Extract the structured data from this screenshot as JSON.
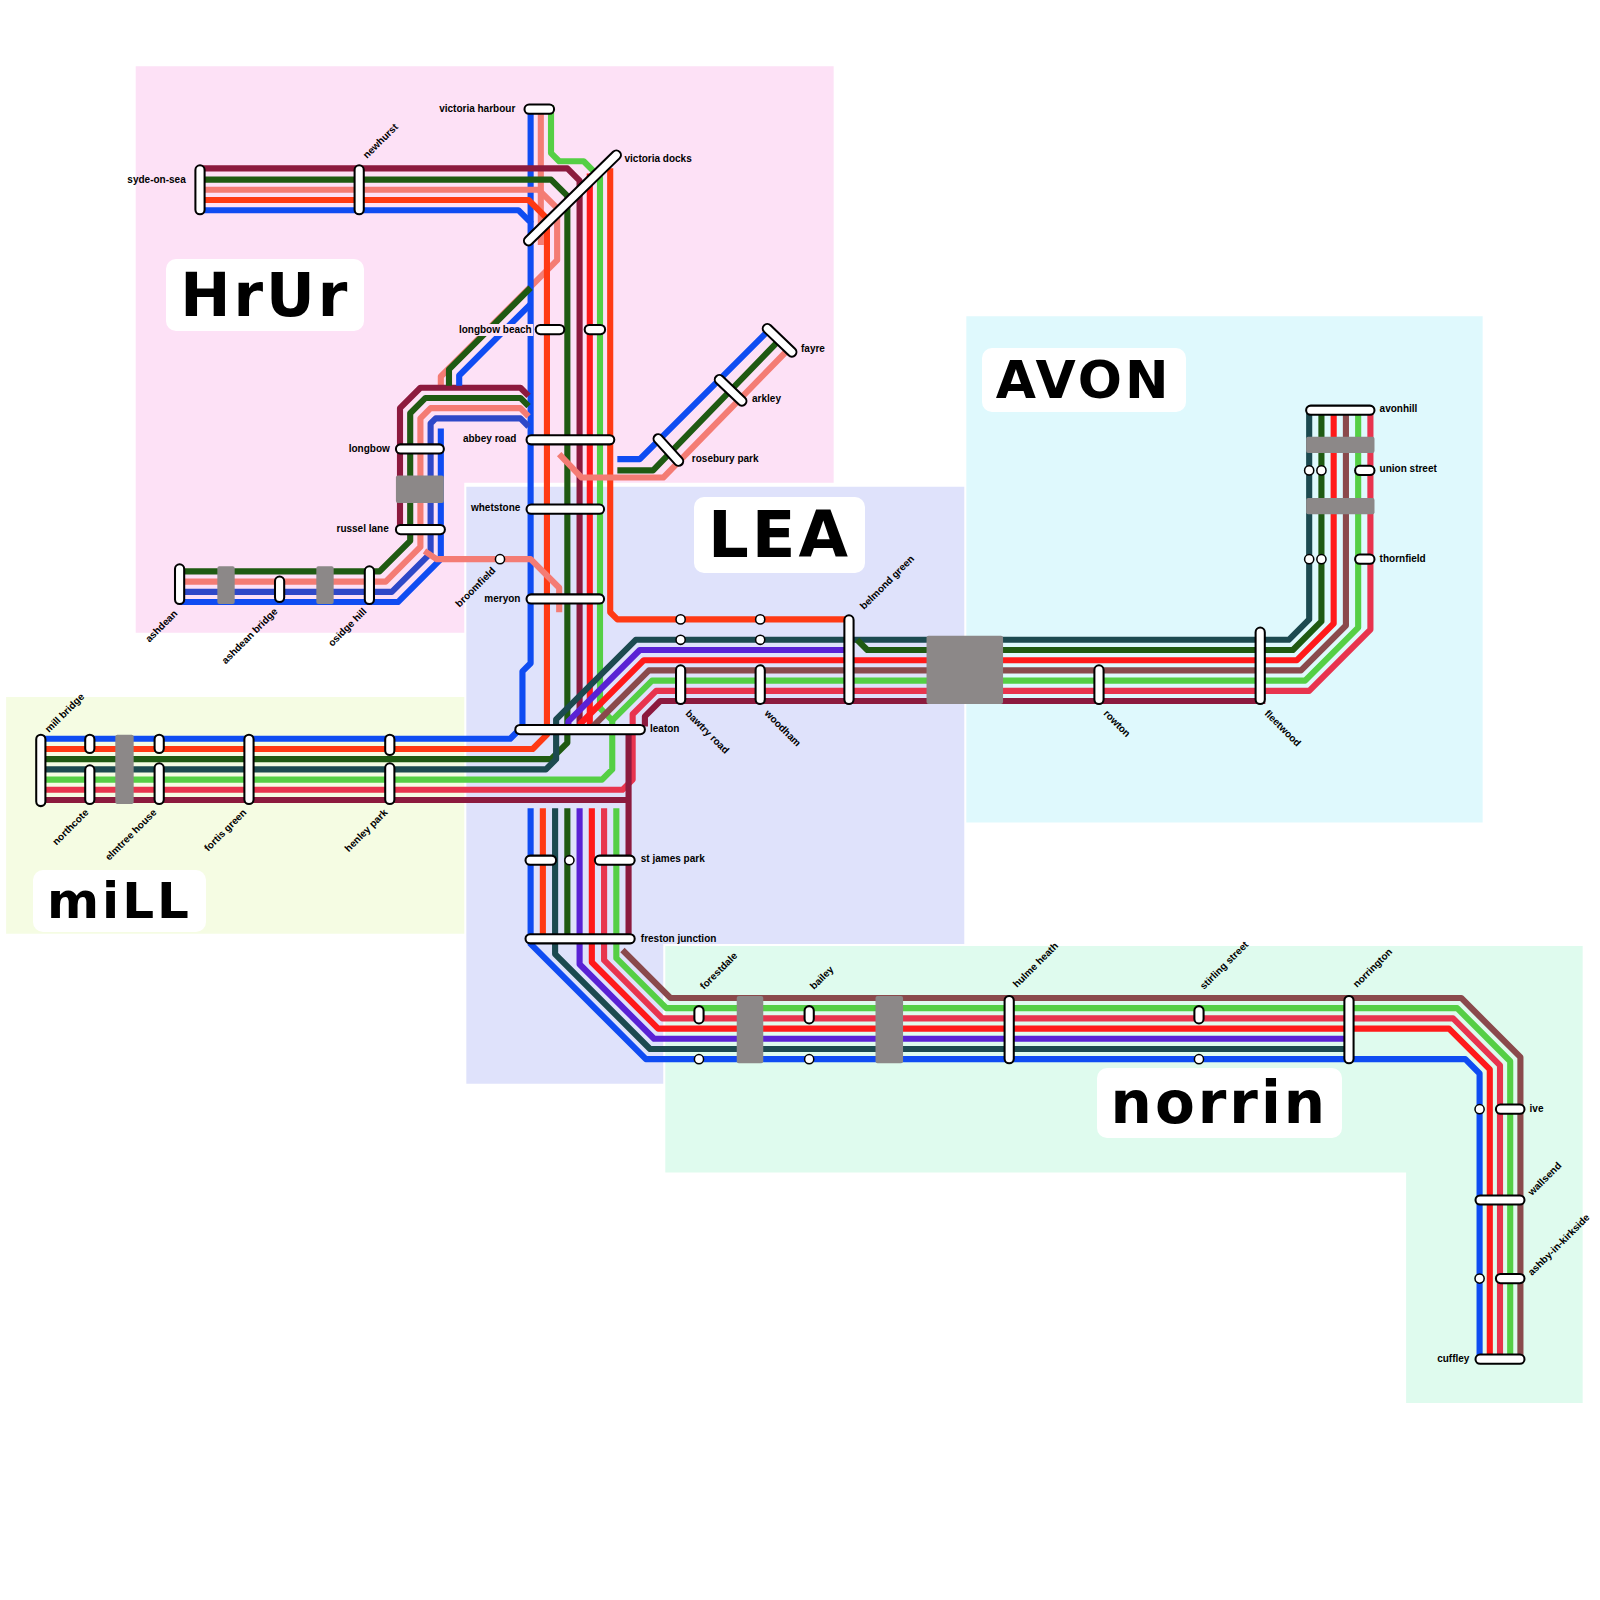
{
  "diagram": {
    "nodes": [
      {
        "text": [
          "HrUr"
        ]
      },
      {
        "text": [
          "AVON"
        ]
      },
      {
        "text": [
          "LEA"
        ]
      },
      {
        "text": [
          "miLL"
        ]
      },
      {
        "text": [
          "norrin"
        ]
      }
    ],
    "labels": [
      "victoria harbour",
      "victoria docks",
      "syde-on-sea",
      "newhurst",
      "longbow beach",
      "fayre",
      "arkley",
      "abbey road",
      "rosebury park",
      "longbow",
      "whetstone",
      "russel lane",
      "broomfield",
      "ashdean",
      "ashdean bridge",
      "osidge hill",
      "meryon",
      "belmond green",
      "avonhill",
      "union street",
      "thornfield",
      "mill bridge",
      "leaton",
      "bawtry road",
      "woodham",
      "rowton",
      "fleetwood",
      "northcote",
      "elmtree house",
      "fortis green",
      "henley park",
      "st james park",
      "freston junction",
      "forestdale",
      "bailey",
      "hulme heath",
      "stirling street",
      "norrington",
      "ive",
      "wallsend",
      "ashby-in-kirkside",
      "cuffley"
    ]
  }
}
